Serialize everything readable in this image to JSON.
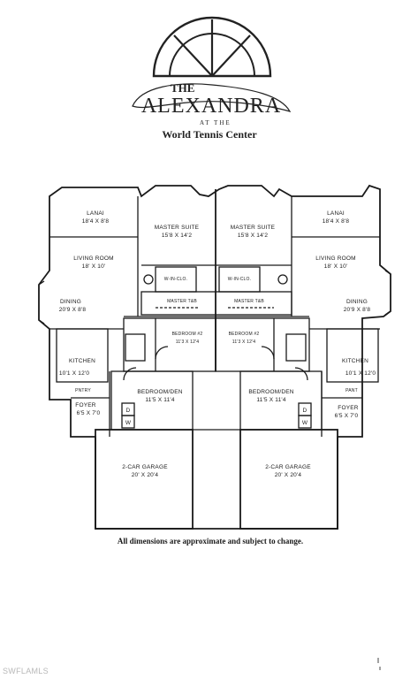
{
  "logo": {
    "name_the": "THE",
    "name_main": "ALEXANDRA",
    "at_the": "AT THE",
    "venue": "World Tennis Center"
  },
  "rooms_left": {
    "lanai": "LANAI",
    "lanai_dim": "18'4 X 8'8",
    "living": "LIVING ROOM",
    "living_dim": "18' X 10'",
    "dining": "DINING",
    "dining_dim": "20'9 X 8'8",
    "master_suite": "MASTER SUITE",
    "master_suite_dim": "15'8 X 14'2",
    "wic": "W-IN-CLO.",
    "master_bath": "MASTER T&B",
    "bedroom2": "BEDROOM #2",
    "bedroom2_dim": "11'3 X 12'4",
    "kitchen": "KITCHEN",
    "kitchen_dim": "10'1 X 12'0",
    "bedroom_den": "BEDROOM/DEN",
    "bedroom_den_dim": "11'5 X 11'4",
    "foyer": "FOYER",
    "foyer_dim": "6'5 X 7'0",
    "pantry": "PNTRY",
    "washer": "W",
    "dryer": "D",
    "garage": "2-CAR GARAGE",
    "garage_dim": "20' X 20'4"
  },
  "rooms_right": {
    "lanai": "LANAI",
    "lanai_dim": "18'4 X 8'8",
    "living": "LIVING ROOM",
    "living_dim": "18' X 10'",
    "dining": "DINING",
    "dining_dim": "20'9 X 8'8",
    "master_suite": "MASTER SUITE",
    "master_suite_dim": "15'8 X 14'2",
    "wic": "W-IN-CLO.",
    "master_bath": "MASTER T&B",
    "bedroom2": "BEDROOM #2",
    "bedroom2_dim": "11'3 X 12'4",
    "kitchen": "KITCHEN",
    "kitchen_dim": "10'1 X 12'0",
    "bedroom_den": "BEDROOM/DEN",
    "bedroom_den_dim": "11'5 X 11'4",
    "foyer": "FOYER",
    "foyer_dim": "6'5 X 7'0",
    "pantry": "PANT",
    "washer": "W",
    "dryer": "D",
    "garage": "2-CAR GARAGE",
    "garage_dim": "20' X 20'4"
  },
  "disclaimer": "All dimensions are approximate and subject to change.",
  "watermark": "SWFLAMLS"
}
